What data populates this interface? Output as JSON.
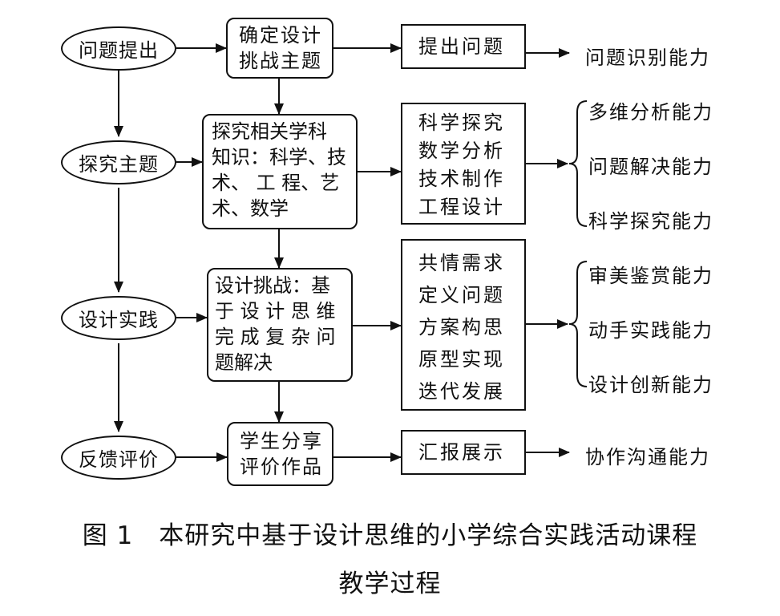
{
  "stages": [
    "问题提出",
    "探究主题",
    "设计实践",
    "反馈评价"
  ],
  "process": [
    "确定设计\n挑战主题",
    "探究相关学科\n知识：科学、技\n术、 工 程、艺\n术、数学",
    "设计挑战：基\n于 设 计 思 维\n完 成 复 杂 问\n题解决",
    "学生分享\n评价作品"
  ],
  "activities": [
    "提出问题",
    "科学探究\n数学分析\n技术制作\n工程设计",
    "共情需求\n定义问题\n方案构思\n原型实现\n迭代发展",
    "汇报展示"
  ],
  "abilities": {
    "row1": [
      "问题识别能力"
    ],
    "row2": [
      "多维分析能力",
      "问题解决能力",
      "科学探究能力"
    ],
    "row3": [
      "审美鉴赏能力",
      "动手实践能力",
      "设计创新能力"
    ],
    "row4": [
      "协作沟通能力"
    ]
  },
  "caption": {
    "line1": "图 1　本研究中基于设计思维的小学综合实践活动课程",
    "line2": "教学过程"
  }
}
